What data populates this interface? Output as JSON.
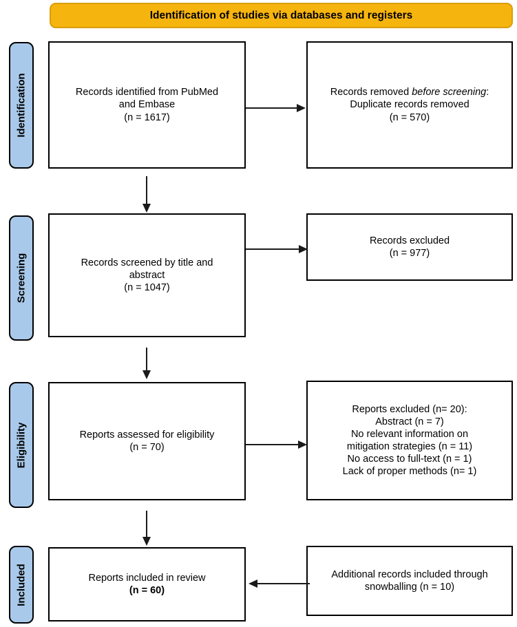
{
  "banner": {
    "title": "Identification of studies via databases and registers"
  },
  "stages": [
    {
      "label": "Identification"
    },
    {
      "label": "Screening"
    },
    {
      "label": "Eligibility"
    },
    {
      "label": "Included"
    }
  ],
  "boxes": {
    "identified": {
      "lines": [
        "Records identified from PubMed",
        "and Embase",
        "(n = 1617)"
      ]
    },
    "removed": {
      "line1_prefix": "Records removed ",
      "line1_italic": "before screening",
      "line1_suffix": ":",
      "lines_rest": [
        "Duplicate records removed",
        "(n = 570)"
      ]
    },
    "screened": {
      "lines": [
        "Records screened by title and",
        "abstract",
        "(n = 1047)"
      ]
    },
    "records_excluded": {
      "lines": [
        "Records excluded",
        "(n = 977)"
      ]
    },
    "assessed": {
      "lines": [
        "Reports assessed for eligibility",
        "(n = 70)"
      ]
    },
    "reports_excluded": {
      "lines": [
        "Reports excluded (n= 20):",
        "Abstract (n = 7)",
        "No relevant information on",
        "mitigation strategies (n = 11)",
        "No access to full-text (n = 1)",
        "Lack of proper methods (n= 1)"
      ]
    },
    "included": {
      "line1": "Reports included in review",
      "line2_bold": "(n = 60)"
    },
    "snowballing": {
      "lines": [
        "Additional records included through",
        "snowballing (n = 10)"
      ]
    }
  },
  "colors": {
    "banner_bg": "#F6B40E",
    "banner_border": "#D89E0B",
    "stage_bg": "#A9C9EA",
    "stage_border": "#000000",
    "box_border": "#000000",
    "arrow": "#1a1a1a"
  }
}
